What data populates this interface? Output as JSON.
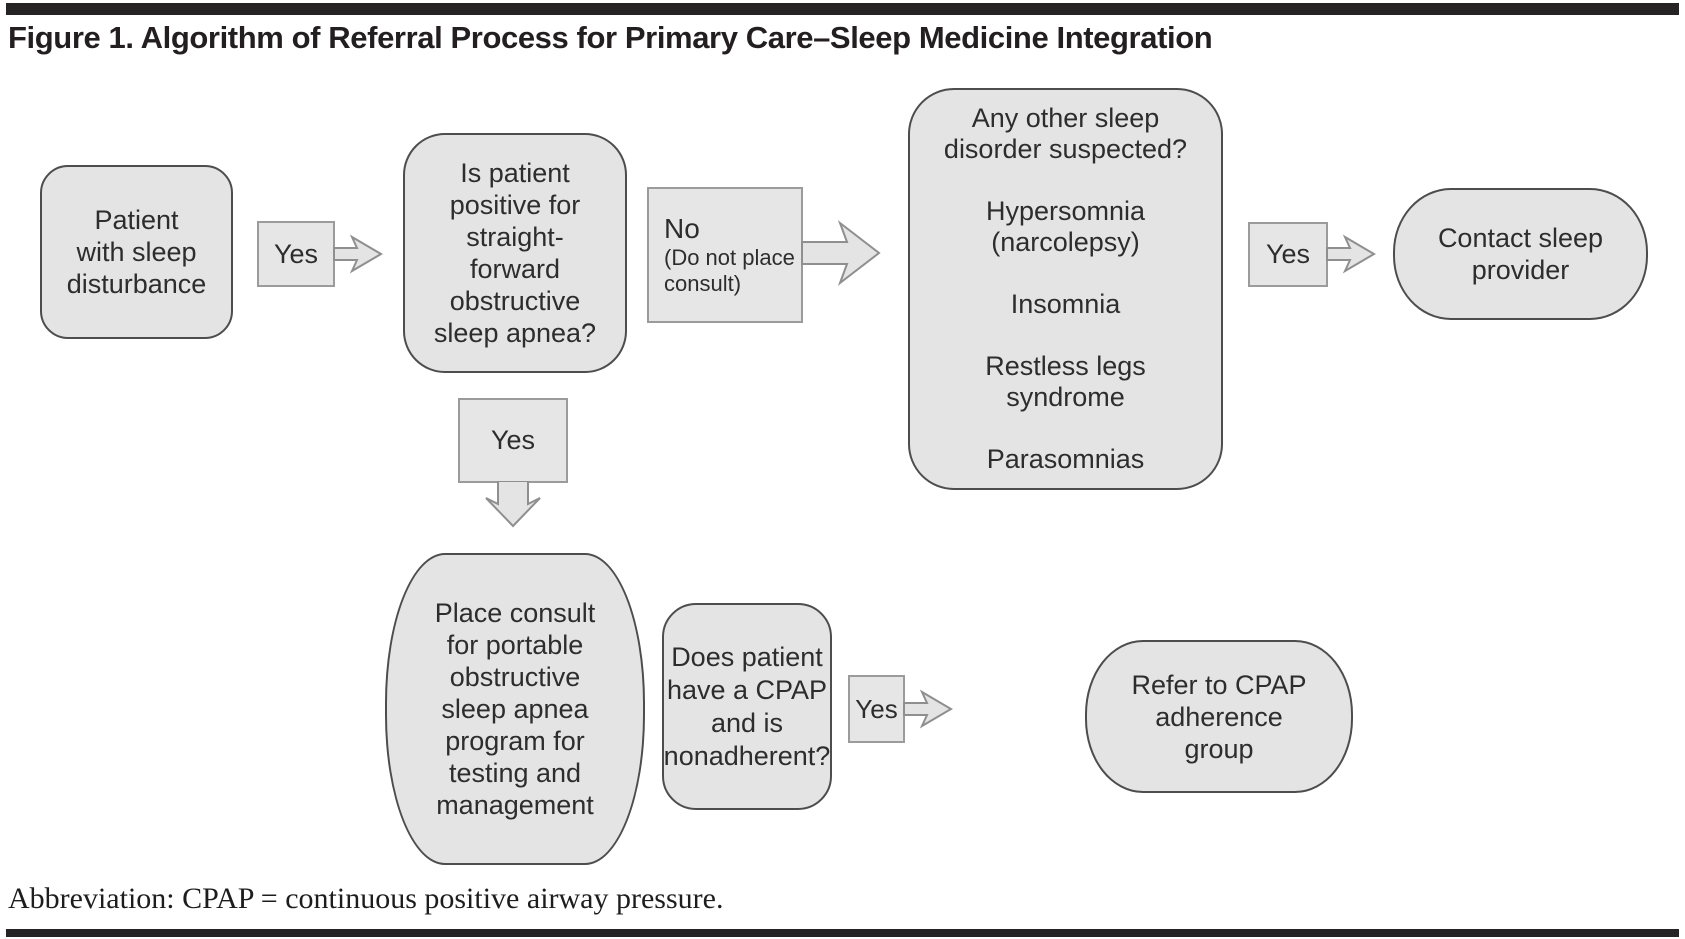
{
  "figure": {
    "title": "Figure 1. Algorithm of Referral Process for Primary Care–Sleep Medicine Integration",
    "abbreviation": "Abbreviation: CPAP = continuous positive airway pressure."
  },
  "colors": {
    "node_fill": "#e4e4e4",
    "node_border": "#4d4d4d",
    "connector_border": "#9b9b9b",
    "rule_bar": "#262324",
    "text": "#2d2d2d"
  },
  "nodes": {
    "patient": "Patient\nwith sleep\ndisturbance",
    "osa_question": "Is patient\npositive for\nstraight-\nforward\nobstructive\nsleep apnea?",
    "other_disorders": "Any other sleep\ndisorder suspected?\n\nHypersomnia\n(narcolepsy)\n\nInsomnia\n\nRestless legs\nsyndrome\n\nParasomnias",
    "contact_provider": "Contact sleep\nprovider",
    "place_consult": "Place consult\nfor portable\nobstructive\nsleep apnea\nprogram for\ntesting and\nmanagement",
    "cpap_question": "Does patient\nhave a CPAP\nand is\nnonadherent?",
    "refer_group": "Refer to CPAP\nadherence\ngroup"
  },
  "connectors": {
    "yes1": "Yes",
    "no1_main": "No",
    "no1_sub": "(Do not place\nconsult)",
    "yes2": "Yes",
    "yes3": "Yes",
    "yes4": "Yes"
  }
}
